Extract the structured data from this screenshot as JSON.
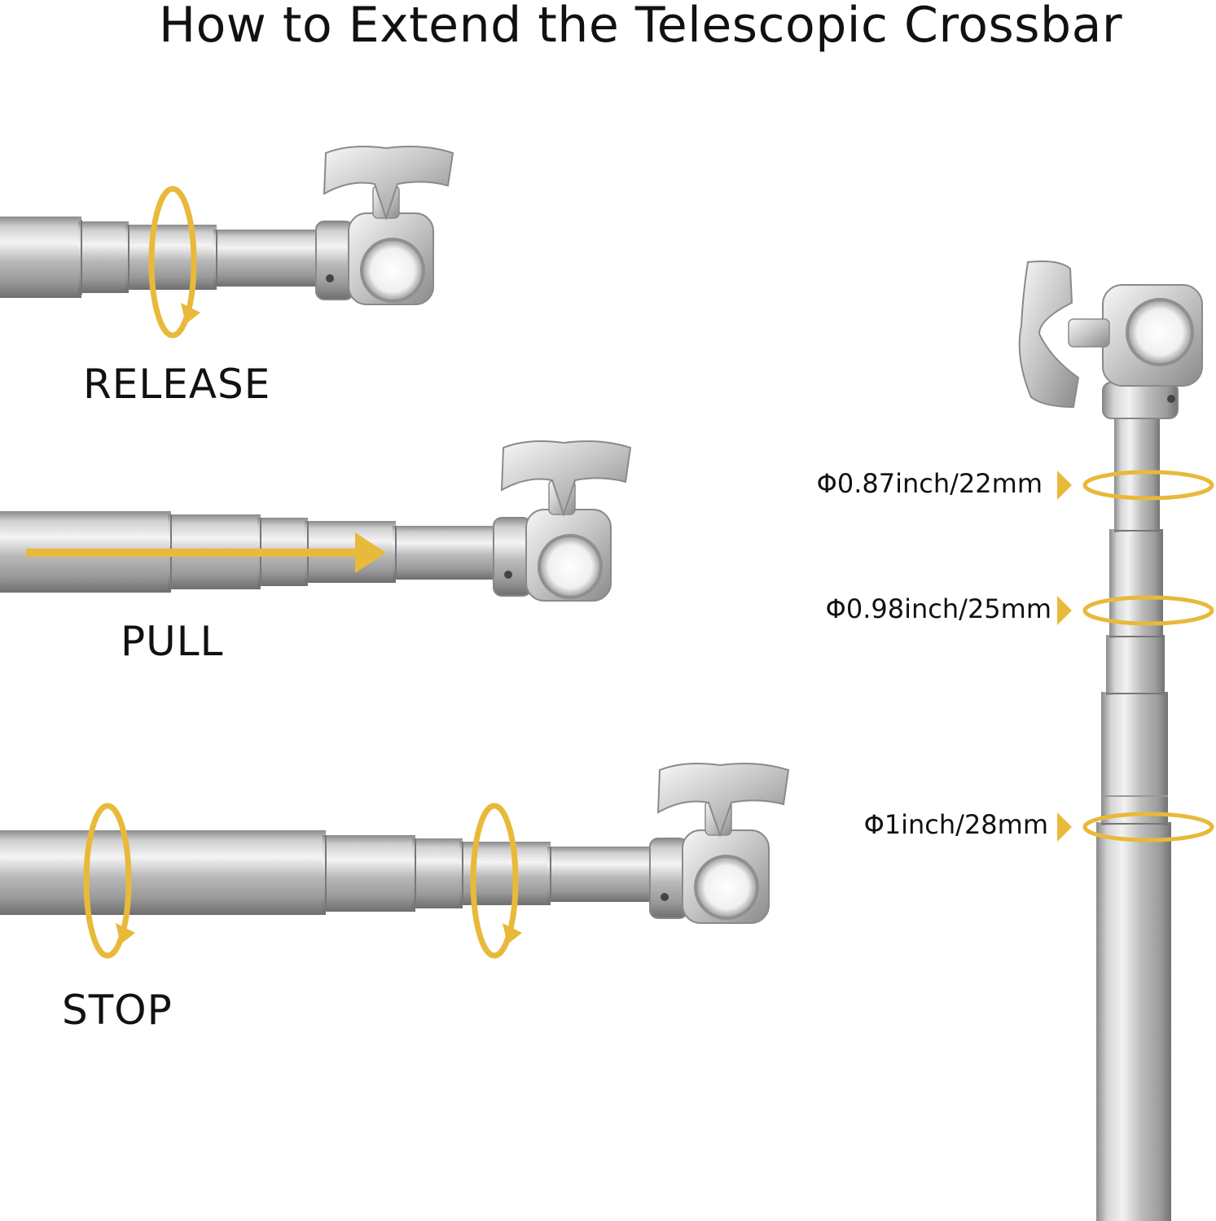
{
  "title": "How to Extend the Telescopic Crossbar",
  "steps": [
    {
      "label": "RELEASE"
    },
    {
      "label": "PULL"
    },
    {
      "label": "STOP"
    }
  ],
  "diameters": [
    {
      "label": "Φ0.87inch/22mm"
    },
    {
      "label": "Φ0.98inch/25mm"
    },
    {
      "label": "Φ1inch/28mm"
    }
  ],
  "colors": {
    "accent": "#E8B93A",
    "metal_light": "#E4E4E4",
    "metal_mid": "#B8B8B8",
    "metal_dark": "#7A7A7A",
    "text": "#111111"
  }
}
